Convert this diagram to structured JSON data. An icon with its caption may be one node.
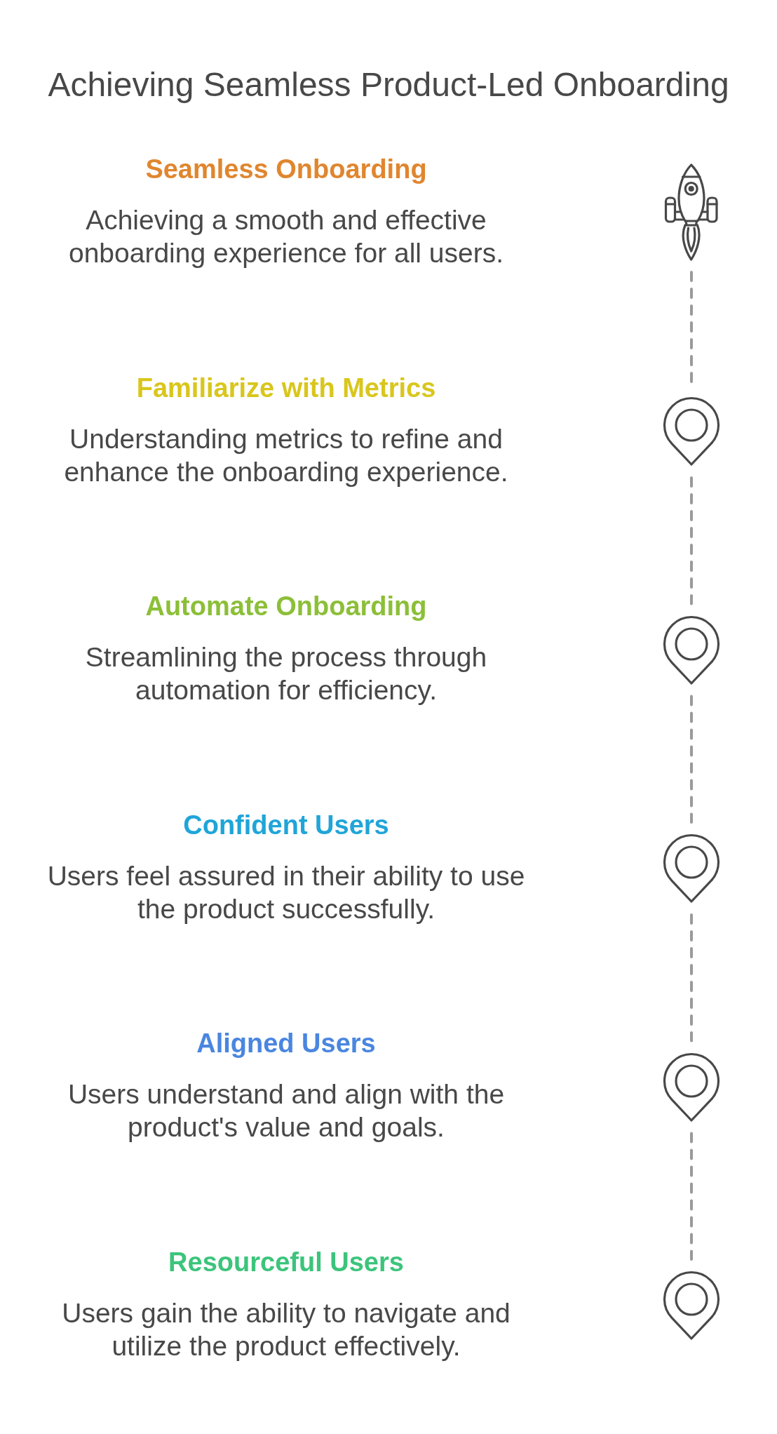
{
  "diagram": {
    "title": "Achieving Seamless Product-Led Onboarding",
    "nodes": [
      {
        "text": [],
        "shape": "rocket",
        "beside": [
          "Seamless Onboarding",
          "Achieving a smooth and effective onboarding experience for all users."
        ]
      },
      {
        "text": [],
        "shape": "pin",
        "beside": [
          "Familiarize with Metrics",
          "Understanding metrics to refine and enhance the onboarding experience."
        ]
      },
      {
        "text": [],
        "shape": "pin",
        "beside": [
          "Automate Onboarding",
          "Streamlining the process through automation for efficiency."
        ]
      },
      {
        "text": [],
        "shape": "pin",
        "beside": [
          "Confident Users",
          "Users feel assured in their ability to use the product successfully."
        ]
      },
      {
        "text": [],
        "shape": "pin",
        "beside": [
          "Aligned Users",
          "Users understand and align with the product's value and goals."
        ]
      },
      {
        "text": [],
        "shape": "pin",
        "beside": [
          "Resourceful Users",
          "Users gain the ability to navigate and utilize the product effectively."
        ]
      }
    ],
    "edges": [
      {
        "from": 0,
        "to": 1,
        "arrow": "none",
        "style": "dashed"
      },
      {
        "from": 1,
        "to": 2,
        "arrow": "none",
        "style": "dashed"
      },
      {
        "from": 2,
        "to": 3,
        "arrow": "none",
        "style": "dashed"
      },
      {
        "from": 3,
        "to": 4,
        "arrow": "none",
        "style": "dashed"
      },
      {
        "from": 4,
        "to": 5,
        "arrow": "none",
        "style": "dashed"
      }
    ]
  }
}
